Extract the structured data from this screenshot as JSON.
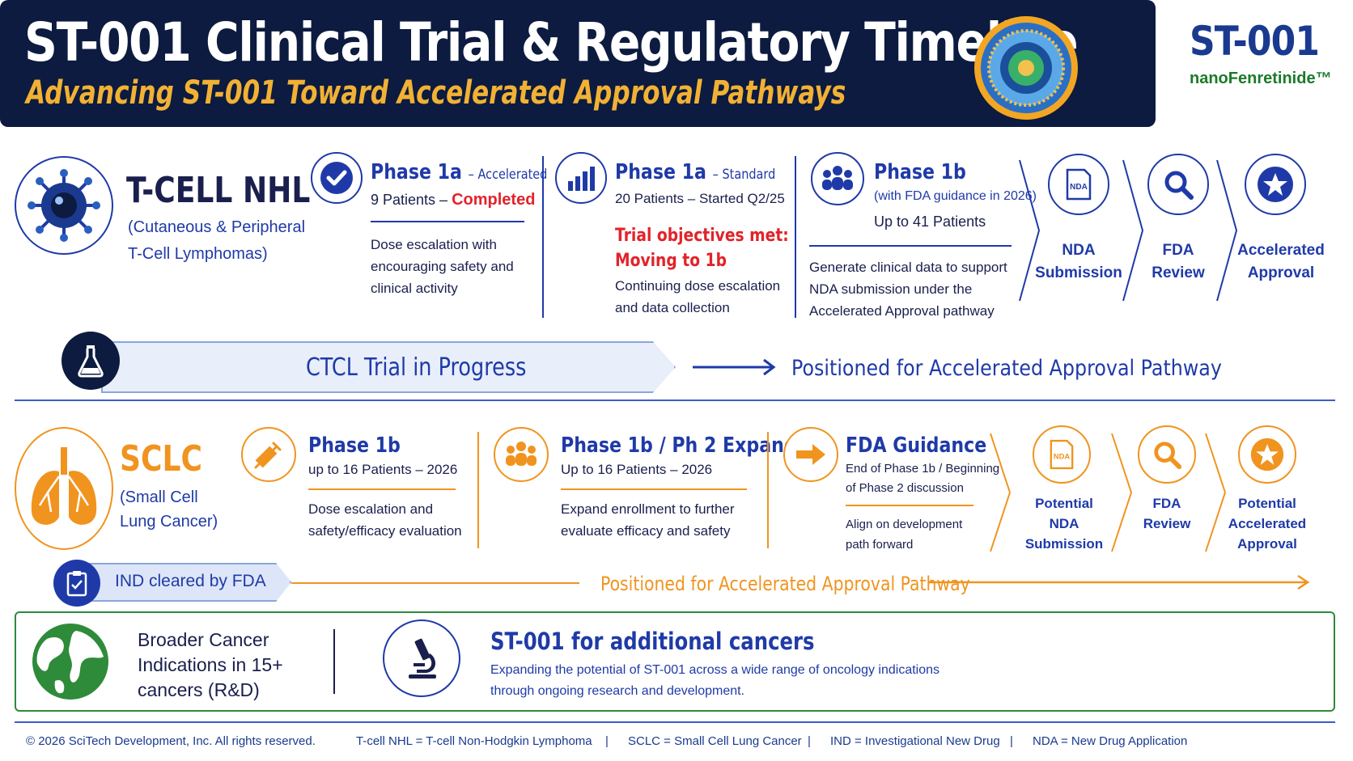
{
  "header": {
    "title": "ST-001 Clinical Trial & Regulatory Timeline",
    "subtitle": "Advancing ST-001 Toward Accelerated Approval Pathways",
    "brand": "ST-001",
    "brand_sub": "nanoFenretinide™"
  },
  "tcell": {
    "name": "T-CELL NHL",
    "desc_line1": "(Cutaneous & Peripheral",
    "desc_line2": "T-Cell Lymphomas)",
    "phase1a_acc": {
      "title": "Phase 1a",
      "tag": "– Accelerated",
      "patients": "9 Patients – ",
      "status": "Completed",
      "desc": [
        "Dose escalation with",
        "encouraging safety and",
        "clinical activity"
      ]
    },
    "phase1a_std": {
      "title": "Phase 1a",
      "tag": "– Standard",
      "patients": "20 Patients – Started Q2/25",
      "highlight": [
        "Trial objectives met:",
        "Moving to 1b"
      ],
      "desc": [
        "Continuing dose escalation",
        "and data collection"
      ]
    },
    "phase1b": {
      "title": "Phase 1b",
      "note": "(with FDA guidance in 2026)",
      "patients": "Up to 41 Patients",
      "desc": [
        "Generate clinical data to support",
        "NDA submission under the",
        "Accelerated Approval pathway"
      ]
    },
    "steps": [
      {
        "icon": "nda-document-icon",
        "badge": "NDA",
        "line1": "NDA",
        "line2": "Submission"
      },
      {
        "icon": "magnifier-icon",
        "line1": "FDA",
        "line2": "Review"
      },
      {
        "icon": "star-badge-icon",
        "line1": "Accelerated",
        "line2": "Approval"
      }
    ],
    "banner": "CTCL Trial in Progress",
    "positioned": "Positioned for Accelerated Approval Pathway"
  },
  "sclc": {
    "name": "SCLC",
    "desc_line1": "(Small Cell",
    "desc_line2": "Lung Cancer)",
    "phase1b": {
      "title": "Phase 1b",
      "patients": "up to 16 Patients – 2026",
      "desc": [
        "Dose escalation and",
        "safety/efficacy evaluation"
      ]
    },
    "phase1b2": {
      "title": "Phase 1b / Ph 2 Expanded",
      "patients": "Up to 16 Patients – 2026",
      "desc": [
        "Expand enrollment to further",
        "evaluate efficacy and safety"
      ]
    },
    "fda": {
      "title": "FDA Guidance",
      "line1": "End of Phase 1b / Beginning",
      "line2": "of Phase 2 discussion",
      "desc": [
        "Align on development",
        "path forward"
      ]
    },
    "steps": [
      {
        "icon": "nda-document-icon",
        "badge": "NDA",
        "line1": "Potential",
        "line2": "NDA Submission",
        "line3": ""
      },
      {
        "icon": "magnifier-icon",
        "line1": "FDA",
        "line2": "Review",
        "line3": ""
      },
      {
        "icon": "star-badge-icon",
        "line1": "Potential",
        "line2": "Accelerated",
        "line3": "Approval"
      }
    ],
    "ind": "IND cleared by FDA",
    "positioned": "Positioned for Accelerated Approval Pathway"
  },
  "broader": {
    "line1": "Broader Cancer",
    "line2": "Indications in 15+",
    "line3": "cancers (R&D)",
    "title": "ST-001 for additional cancers",
    "desc1": "Expanding the potential of ST-001 across a wide range of oncology indications",
    "desc2": "through ongoing research and development."
  },
  "footer": {
    "copyright": "© 2026 SciTech Development, Inc.  All rights reserved.",
    "items": [
      "T-cell NHL  =  T-cell Non-Hodgkin Lymphoma",
      "SCLC  =  Small Cell Lung Cancer",
      "IND  =  Investigational New Drug",
      "NDA  =  New Drug Application"
    ],
    "separator": "|"
  },
  "colors": {
    "navy": "#0c1b3f",
    "blue": "#1f3aa8",
    "gold": "#f2b134",
    "orange": "#f0941f",
    "red": "#e2232a",
    "green": "#2e8b3a"
  }
}
